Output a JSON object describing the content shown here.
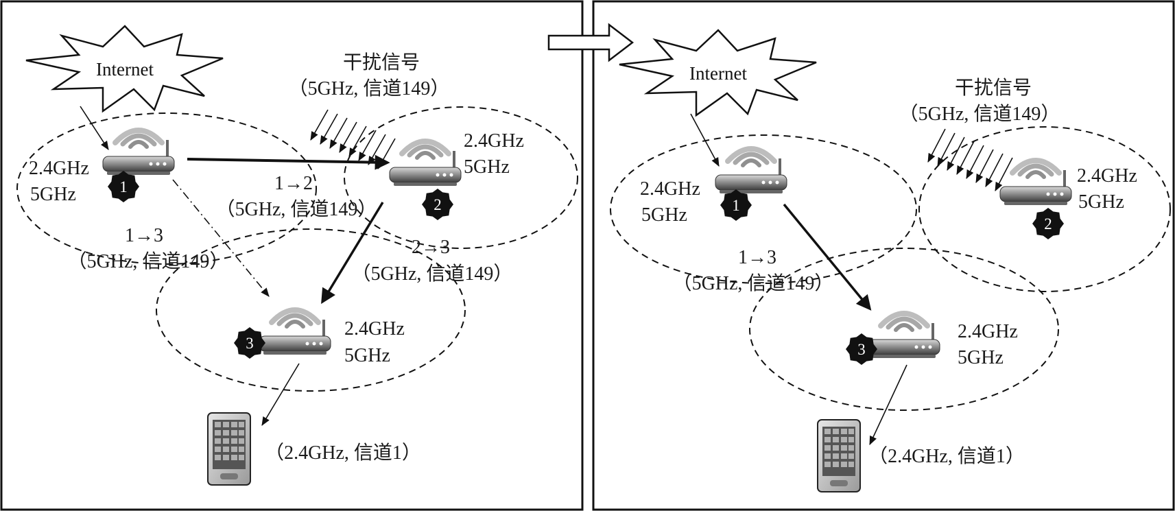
{
  "left_panel": {
    "internet": "Internet",
    "interference_title": "干扰信号",
    "interference_channel": "（5GHz, 信道149）",
    "routers": [
      {
        "id": "1",
        "band_a": "2.4GHz",
        "band_b": "5GHz"
      },
      {
        "id": "2",
        "band_a": "2.4GHz",
        "band_b": "5GHz"
      },
      {
        "id": "3",
        "band_a": "2.4GHz",
        "band_b": "5GHz"
      }
    ],
    "links": [
      {
        "label": "1→2",
        "channel": "（5GHz, 信道149）"
      },
      {
        "label": "1→3",
        "channel": "（5GHz, 信道149）"
      },
      {
        "label": "2→3",
        "channel": "（5GHz, 信道149）"
      }
    ],
    "client_channel": "（2.4GHz, 信道1）"
  },
  "right_panel": {
    "internet": "Internet",
    "interference_title": "干扰信号",
    "interference_channel": "（5GHz, 信道149）",
    "routers": [
      {
        "id": "1",
        "band_a": "2.4GHz",
        "band_b": "5GHz"
      },
      {
        "id": "2",
        "band_a": "2.4GHz",
        "band_b": "5GHz"
      },
      {
        "id": "3",
        "band_a": "2.4GHz",
        "band_b": "5GHz"
      }
    ],
    "links": [
      {
        "label": "1→3",
        "channel": "（5GHz, 信道149）"
      }
    ],
    "client_channel": "（2.4GHz, 信道1）"
  },
  "colors": {
    "stroke": "#111111",
    "router_light": "#cfcfcf",
    "router_dark": "#4a4a4a",
    "badge": "#111111"
  }
}
